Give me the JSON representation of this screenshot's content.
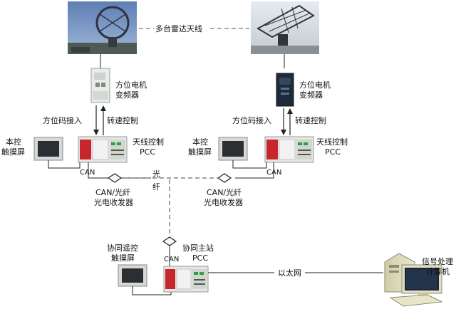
{
  "labels": {
    "radar_multi": "多台雷达天线",
    "left_motor_line1": "方位电机",
    "left_motor_line2": "变频器",
    "right_motor_line1": "方位电机",
    "right_motor_line2": "变频器",
    "left_azimuth_in": "方位码接入",
    "left_speed_ctrl": "转速控制",
    "right_azimuth_in": "方位码接入",
    "right_speed_ctrl": "转速控制",
    "left_touch_line1": "本控",
    "left_touch_line2": "触摸屏",
    "right_touch_line1": "本控",
    "right_touch_line2": "触摸屏",
    "left_pcc_line1": "天线控制",
    "left_pcc_line2": "PCC",
    "right_pcc_line1": "天线控制",
    "right_pcc_line2": "PCC",
    "left_can": "CAN",
    "right_can": "CAN",
    "master_can": "CAN",
    "fiber_line1": "光",
    "fiber_line2": "纤",
    "left_transceiver_line1": "CAN/光纤",
    "left_transceiver_line2": "光电收发器",
    "right_transceiver_line1": "CAN/光纤",
    "right_transceiver_line2": "光电收发器",
    "remote_touch_line1": "协同遥控",
    "remote_touch_line2": "触摸屏",
    "master_line1": "协同主站",
    "master_line2": "PCC",
    "ethernet": "以太网",
    "computer_line1": "信号处理",
    "computer_line2": "计算机"
  },
  "colors": {
    "sky": "#6f8fc2",
    "radar_frame": "#40474f",
    "plc_red": "#c7262c",
    "plc_green": "#2f9e44",
    "screen_dark": "#2b2f33",
    "line": "#222222",
    "dash": "#555555",
    "computer_body": "#d9d6b8"
  }
}
